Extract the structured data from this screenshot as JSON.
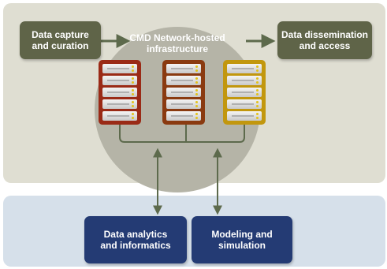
{
  "colors": {
    "top_panel": "#dfded2",
    "bottom_panel": "#d6e0ea",
    "hub_circle": "#b5b4a7",
    "olive_box": "#5f6448",
    "navy_box": "#243b74",
    "arrow": "#5d6a4c",
    "rack_red": "#9a2a16",
    "rack_brown": "#8a3a10",
    "rack_gold": "#c2970e"
  },
  "capture_box": {
    "lines": [
      "Data capture",
      "and curation"
    ]
  },
  "hub": {
    "lines": [
      "CMD Network-hosted",
      "infrastructure"
    ]
  },
  "dissemination_box": {
    "lines": [
      "Data dissemination",
      "and access"
    ]
  },
  "analytics_box": {
    "lines": [
      "Data analytics",
      "and informatics"
    ]
  },
  "modeling_box": {
    "lines": [
      "Modeling and",
      "simulation"
    ]
  },
  "racks": [
    {
      "color": "red",
      "units": 5
    },
    {
      "color": "brown",
      "units": 5
    },
    {
      "color": "gold",
      "units": 5
    }
  ]
}
